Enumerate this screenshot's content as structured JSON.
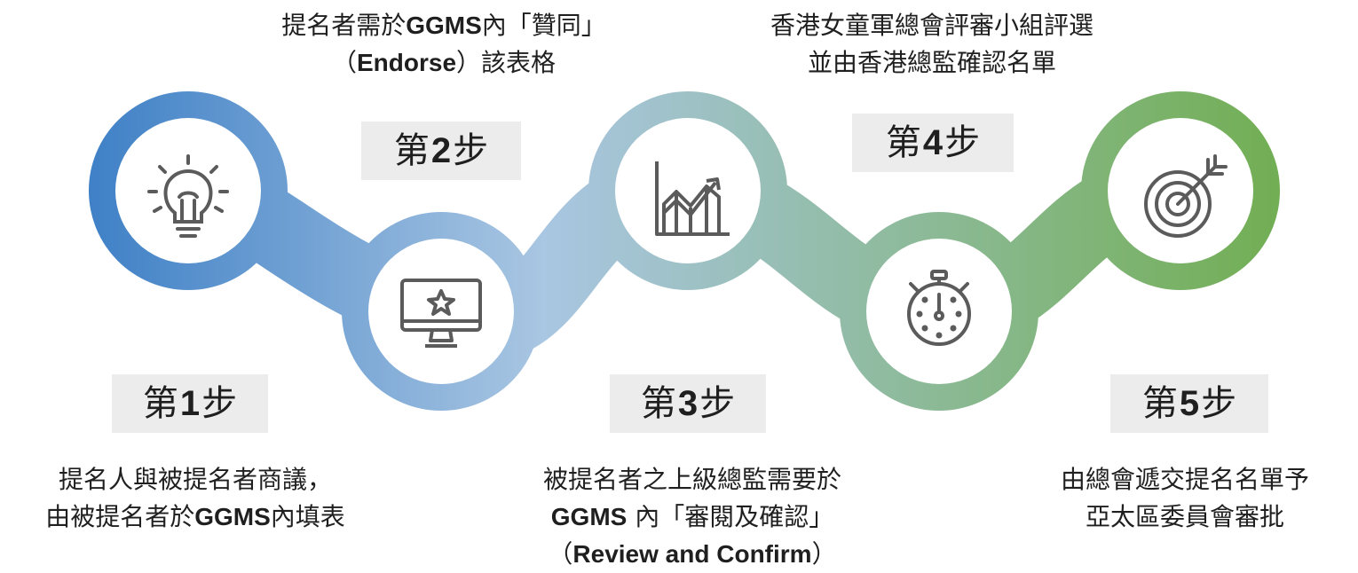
{
  "colors": {
    "ribbon_start": "#3d7fc6",
    "ribbon_mid": "#a9c6e2",
    "ribbon_end": "#6fad4c",
    "label_bg": "#ececec",
    "icon_stroke": "#5b5b5b"
  },
  "steps": [
    {
      "label_prefix": "第",
      "label_number": "1",
      "label_suffix": "步",
      "icon": "lightbulb-icon",
      "desc_lines": [
        [
          {
            "t": "提名人與被提名者商議，"
          }
        ],
        [
          {
            "t": "由被提名者於"
          },
          {
            "t": "GGMS",
            "latin": true
          },
          {
            "t": "內填表"
          }
        ]
      ]
    },
    {
      "label_prefix": "第",
      "label_number": "2",
      "label_suffix": "步",
      "icon": "monitor-star-icon",
      "desc_lines": [
        [
          {
            "t": "提名者需於"
          },
          {
            "t": "GGMS",
            "latin": true
          },
          {
            "t": "內「贊同」"
          }
        ],
        [
          {
            "t": "（"
          },
          {
            "t": "Endorse",
            "latin": true
          },
          {
            "t": "）該表格"
          }
        ]
      ]
    },
    {
      "label_prefix": "第",
      "label_number": "3",
      "label_suffix": "步",
      "icon": "growth-chart-icon",
      "desc_lines": [
        [
          {
            "t": "被提名者之上級總監需要於"
          }
        ],
        [
          {
            "t": "GGMS",
            "latin": true
          },
          {
            "t": " 內「審閱及確認」"
          }
        ],
        [
          {
            "t": "（"
          },
          {
            "t": "Review and Confirm",
            "latin": true
          },
          {
            "t": "）"
          }
        ]
      ]
    },
    {
      "label_prefix": "第",
      "label_number": "4",
      "label_suffix": "步",
      "icon": "stopwatch-icon",
      "desc_lines": [
        [
          {
            "t": "香港女童軍總會評審小組評選"
          }
        ],
        [
          {
            "t": "並由香港總監確認名單"
          }
        ]
      ]
    },
    {
      "label_prefix": "第",
      "label_number": "5",
      "label_suffix": "步",
      "icon": "target-icon",
      "desc_lines": [
        [
          {
            "t": "由總會遞交提名名單予"
          }
        ],
        [
          {
            "t": "亞太區委員會審批"
          }
        ]
      ]
    }
  ]
}
